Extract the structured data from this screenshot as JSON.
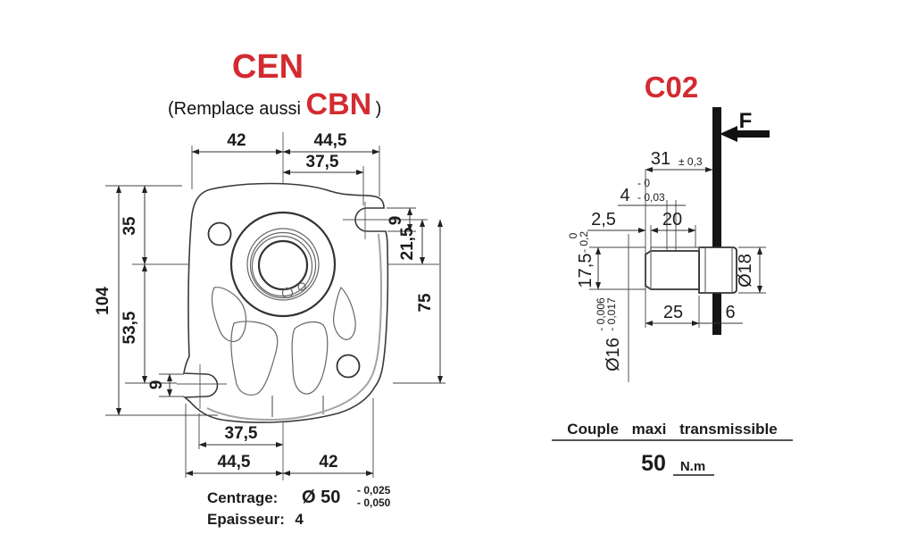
{
  "colors": {
    "accent_red": "#d22b30",
    "ink": "#1c1c1c",
    "grey_line": "#a3a3a3"
  },
  "left_view": {
    "title": "CEN",
    "subtitle": {
      "prefix": "(Remplace aussi ",
      "highlight": "CBN",
      "suffix": " )"
    },
    "dims": {
      "top_42": "42",
      "top_44_5": "44,5",
      "top_37_5": "37,5",
      "left_104": "104",
      "left_35": "35",
      "left_53_5": "53,5",
      "left_9": "9",
      "right_9": "9",
      "right_21_5": "21,5",
      "right_75": "75",
      "bottom_37_5": "37,5",
      "bottom_44_5": "44,5",
      "bottom_42": "42"
    },
    "notes": {
      "centrage_label": "Centrage:",
      "centrage_value": "Ø 50",
      "centrage_tol_upper": "- 0,025",
      "centrage_tol_lower": "- 0,050",
      "epaisseur_label": "Epaisseur:",
      "epaisseur_value": "4"
    }
  },
  "right_view": {
    "title": "C02",
    "force_label": "F",
    "dims": {
      "width_31": "31",
      "width_31_tol": "± 0,3",
      "depth_4": "4",
      "depth_4_tol_upper": "- 0",
      "depth_4_tol_lower": "- 0,03",
      "chamfer_2_5": "2,5",
      "spline_20": "20",
      "height_17_5": "17,5",
      "height_17_5_tol_upper": "0",
      "height_17_5_tol_lower": "- 0,2",
      "dia_18": "Ø18",
      "dia_16": "Ø16",
      "dia_16_tol_upper": "- 0,006",
      "dia_16_tol_lower": "- 0,017",
      "length_25": "25",
      "length_6": "6"
    },
    "torque": {
      "label": "Couple maxi transmissible",
      "value": "50",
      "unit": "N.m"
    }
  }
}
